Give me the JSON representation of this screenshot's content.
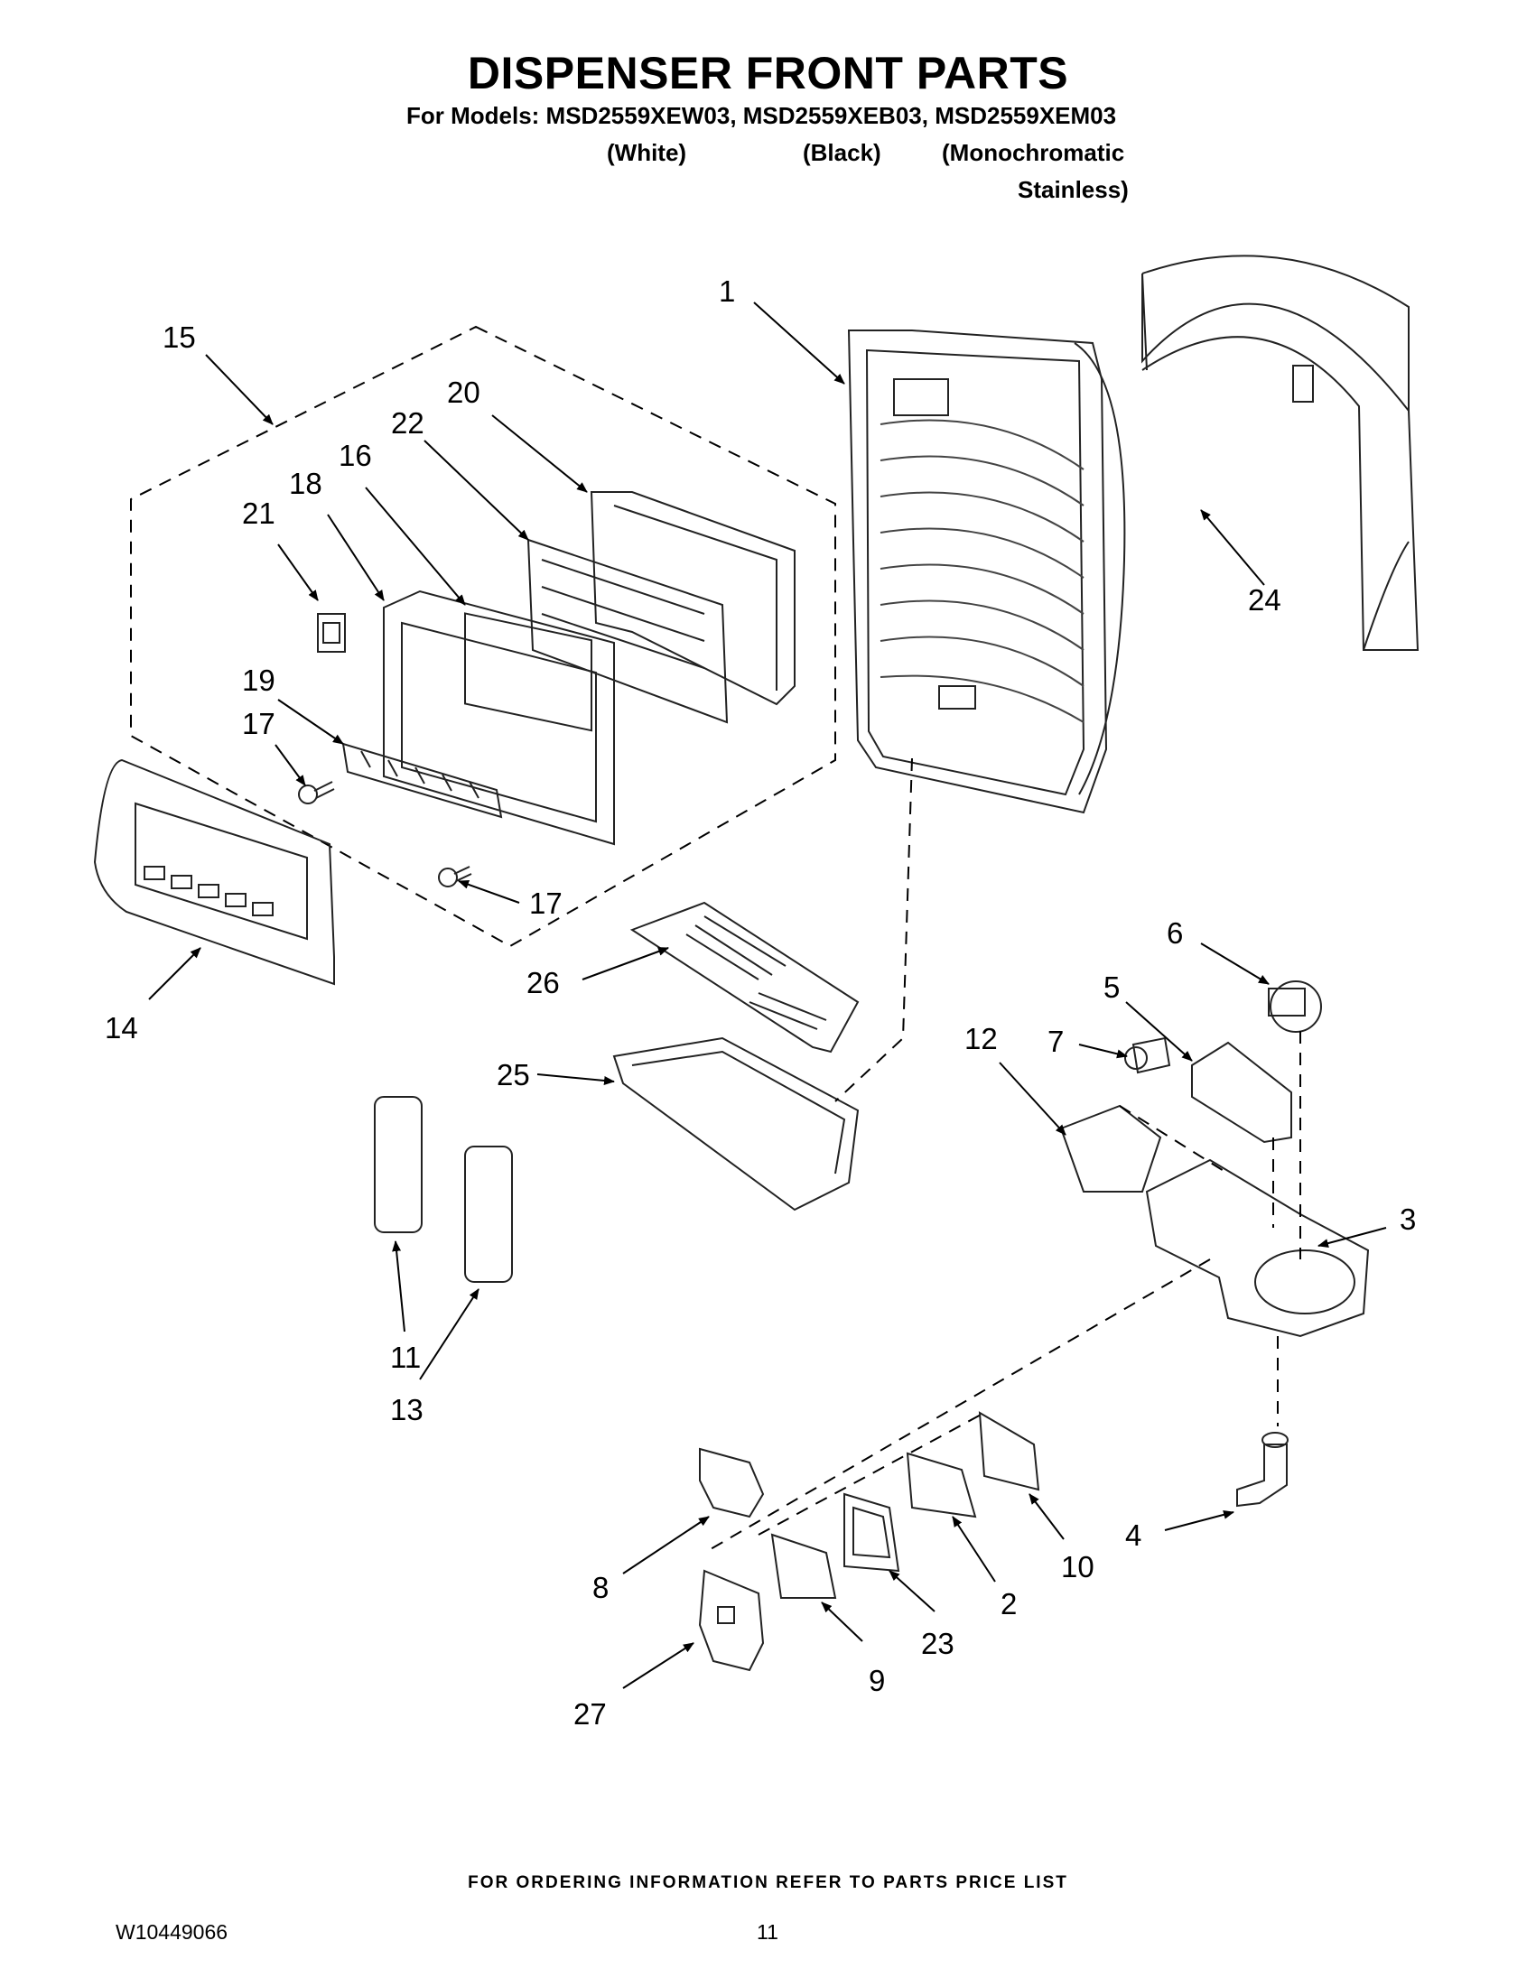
{
  "header": {
    "title": "DISPENSER FRONT PARTS",
    "models_line": "For Models: MSD2559XEW03, MSD2559XEB03, MSD2559XEM03",
    "variants": [
      "(White)",
      "(Black)",
      "(Monochromatic"
    ],
    "variant_cont": "Stainless)"
  },
  "callouts": [
    "1",
    "2",
    "3",
    "4",
    "5",
    "6",
    "7",
    "8",
    "9",
    "10",
    "11",
    "12",
    "13",
    "14",
    "15",
    "16",
    "17",
    "17",
    "18",
    "19",
    "20",
    "21",
    "22",
    "23",
    "24",
    "25",
    "26",
    "27"
  ],
  "footer": {
    "ordering_note": "FOR ORDERING INFORMATION REFER TO PARTS PRICE LIST",
    "doc_id": "W10449066",
    "page_number": "11"
  }
}
